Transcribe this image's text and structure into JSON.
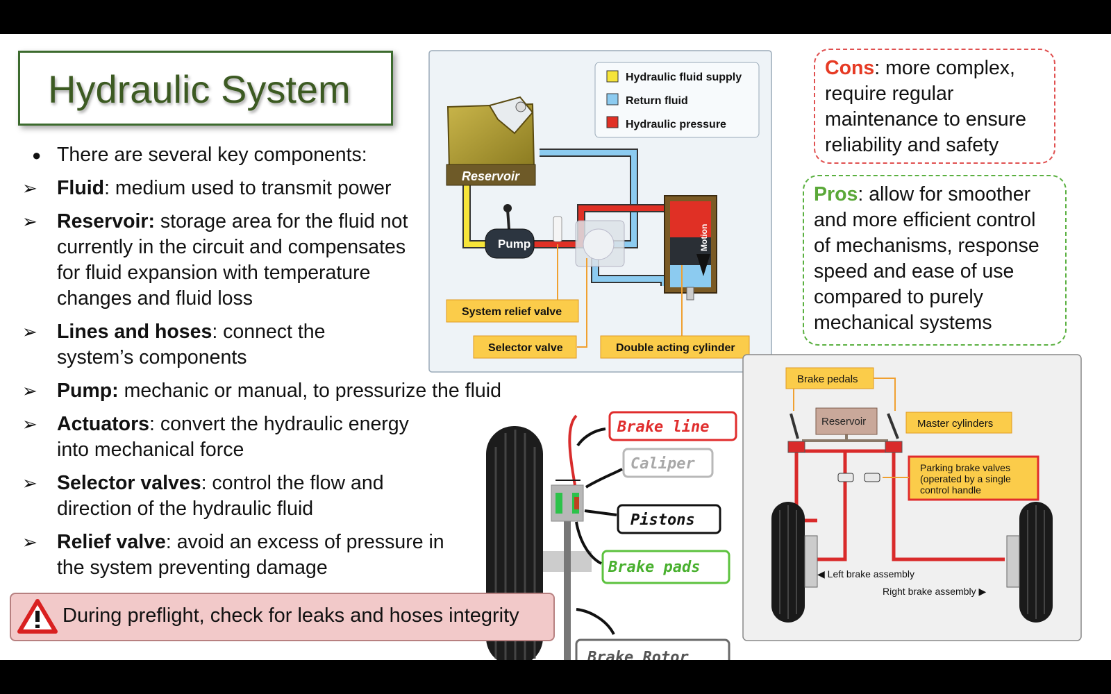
{
  "title": "Hydraulic System",
  "bullets": {
    "intro": "There are several key components:",
    "items": [
      {
        "term": "Fluid",
        "text": ": medium used to transmit power"
      },
      {
        "term": "Reservoir:",
        "text": " storage area for the fluid not currently in the circuit and compensates for fluid expansion with temperature changes and fluid loss"
      },
      {
        "term": "Lines and hoses",
        "text": ": connect the system’s components"
      },
      {
        "term": "Pump:",
        "text": " mechanic or manual, to pressurize the fluid"
      },
      {
        "term": "Actuators",
        "text": ": convert the hydraulic energy into mechanical force"
      },
      {
        "term": "Selector valves",
        "text": ": control the flow and direction of the hydraulic fluid"
      },
      {
        "term": "Relief valve",
        "text": ": avoid an excess of pressure in the system preventing damage"
      }
    ],
    "marker": "➢",
    "intro_marker": "●"
  },
  "warning": {
    "text": "During preflight, check for leaks and hoses integrity",
    "icon": "warning-triangle-icon"
  },
  "cons": {
    "label": "Cons",
    "text": ": more complex, require regular maintenance to ensure reliability and safety"
  },
  "pros": {
    "label": "Pros",
    "text": ": allow for smoother and more efficient control of mechanisms, response speed and ease of use compared to purely mechanical systems"
  },
  "hydraulic_diagram": {
    "legend": [
      {
        "label": "Hydraulic fluid supply",
        "color": "#f6e43a"
      },
      {
        "label": "Return fluid",
        "color": "#8ccbf0"
      },
      {
        "label": "Hydraulic pressure",
        "color": "#e03025"
      }
    ],
    "reservoir": "Reservoir",
    "pump": "Pump",
    "motion": "Motion",
    "callouts": {
      "relief": "System relief valve",
      "selector": "Selector valve",
      "cylinder": "Double acting cylinder"
    }
  },
  "brake_diagram": {
    "brake_line": "Brake line",
    "caliper": "Caliper",
    "pistons": "Pistons",
    "brake_pads": "Brake pads",
    "brake_rotor": "Brake Rotor"
  },
  "brake_system": {
    "brake_pedals": "Brake pedals",
    "reservoir": "Reservoir",
    "master_cylinders": "Master cylinders",
    "parking_brake": [
      "Parking brake valves",
      "(operated by a single",
      "control handle"
    ],
    "left_assembly": "◀ Left brake assembly",
    "right_assembly": "Right brake assembly ▶"
  }
}
